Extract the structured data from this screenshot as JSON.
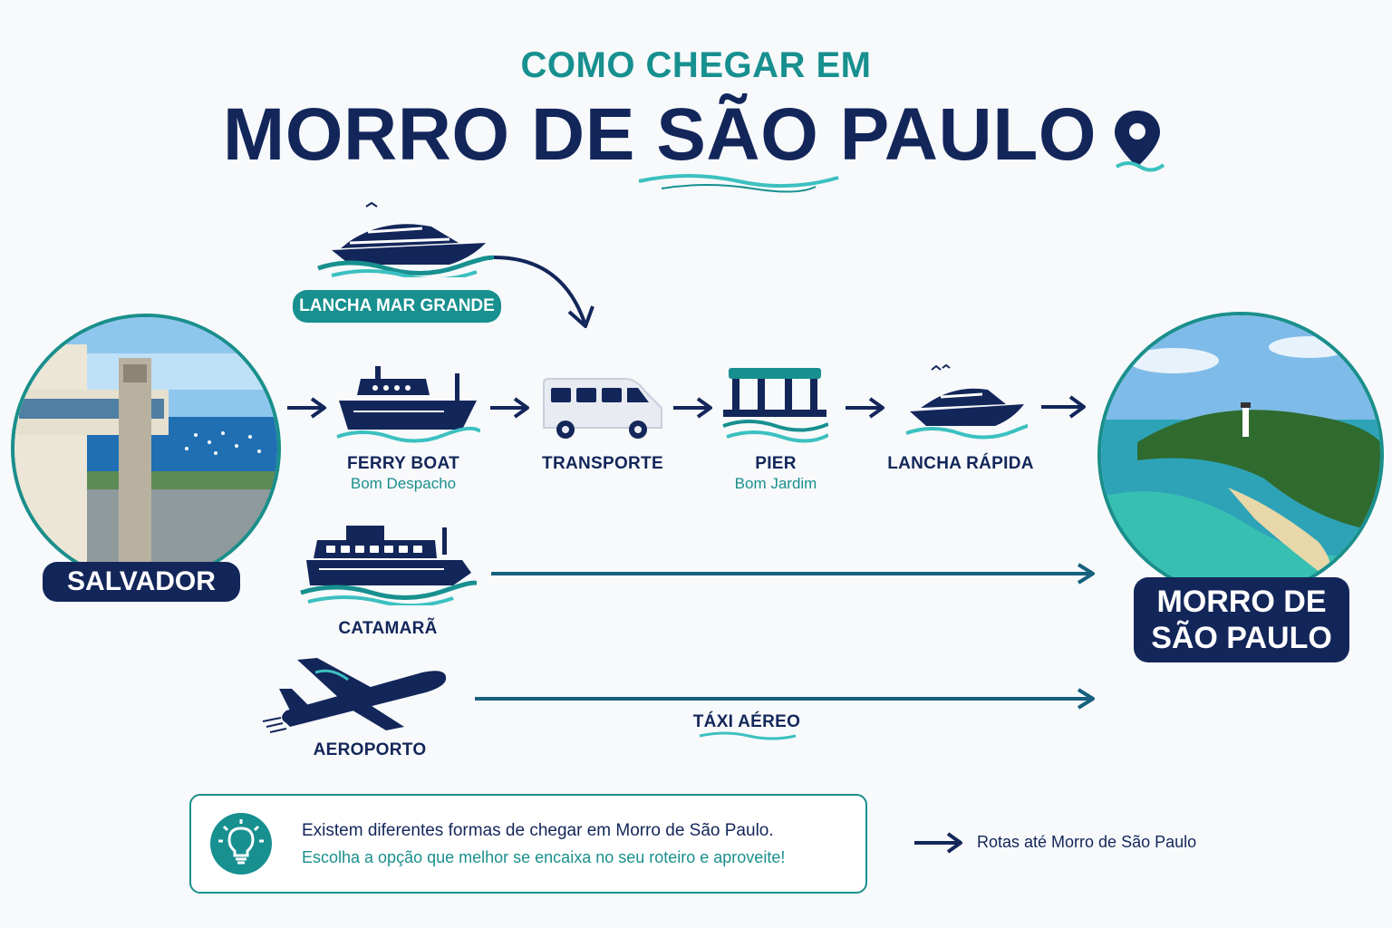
{
  "header": {
    "subtitle": "COMO CHEGAR EM",
    "title": "MORRO DE SÃO PAULO",
    "pin_icon": "location-pin-icon"
  },
  "origin": {
    "label": "SALVADOR"
  },
  "destination": {
    "label_line1": "MORRO DE",
    "label_line2": "SÃO PAULO"
  },
  "routes": {
    "lancha_mar_grande": {
      "label": "LANCHA MAR GRANDE",
      "icon": "speedboat-icon"
    },
    "main_route": [
      {
        "label": "FERRY BOAT",
        "sublabel": "Bom Despacho",
        "icon": "ferry-boat-icon"
      },
      {
        "label": "TRANSPORTE",
        "sublabel": "",
        "icon": "van-icon"
      },
      {
        "label": "PIER",
        "sublabel": "Bom Jardim",
        "icon": "pier-icon"
      },
      {
        "label": "LANCHA RÁPIDA",
        "sublabel": "",
        "icon": "speedboat-icon"
      }
    ],
    "catamara": {
      "label": "CATAMARÃ",
      "icon": "catamaran-icon"
    },
    "aeroporto": {
      "label": "AEROPORTO",
      "icon": "airplane-icon",
      "route_label": "TÁXI AÉREO"
    }
  },
  "tip": {
    "icon": "lightbulb-icon",
    "line1": "Existem diferentes formas de chegar em Morro de São Paulo.",
    "line2": "Escolha a opção que melhor se encaixa no seu roteiro e aproveite!"
  },
  "legend": {
    "text": "Rotas até Morro de São Paulo",
    "icon": "arrow-right-icon"
  },
  "colors": {
    "navy": "#13265a",
    "teal": "#17908f",
    "light_teal": "#3cc0c0"
  }
}
